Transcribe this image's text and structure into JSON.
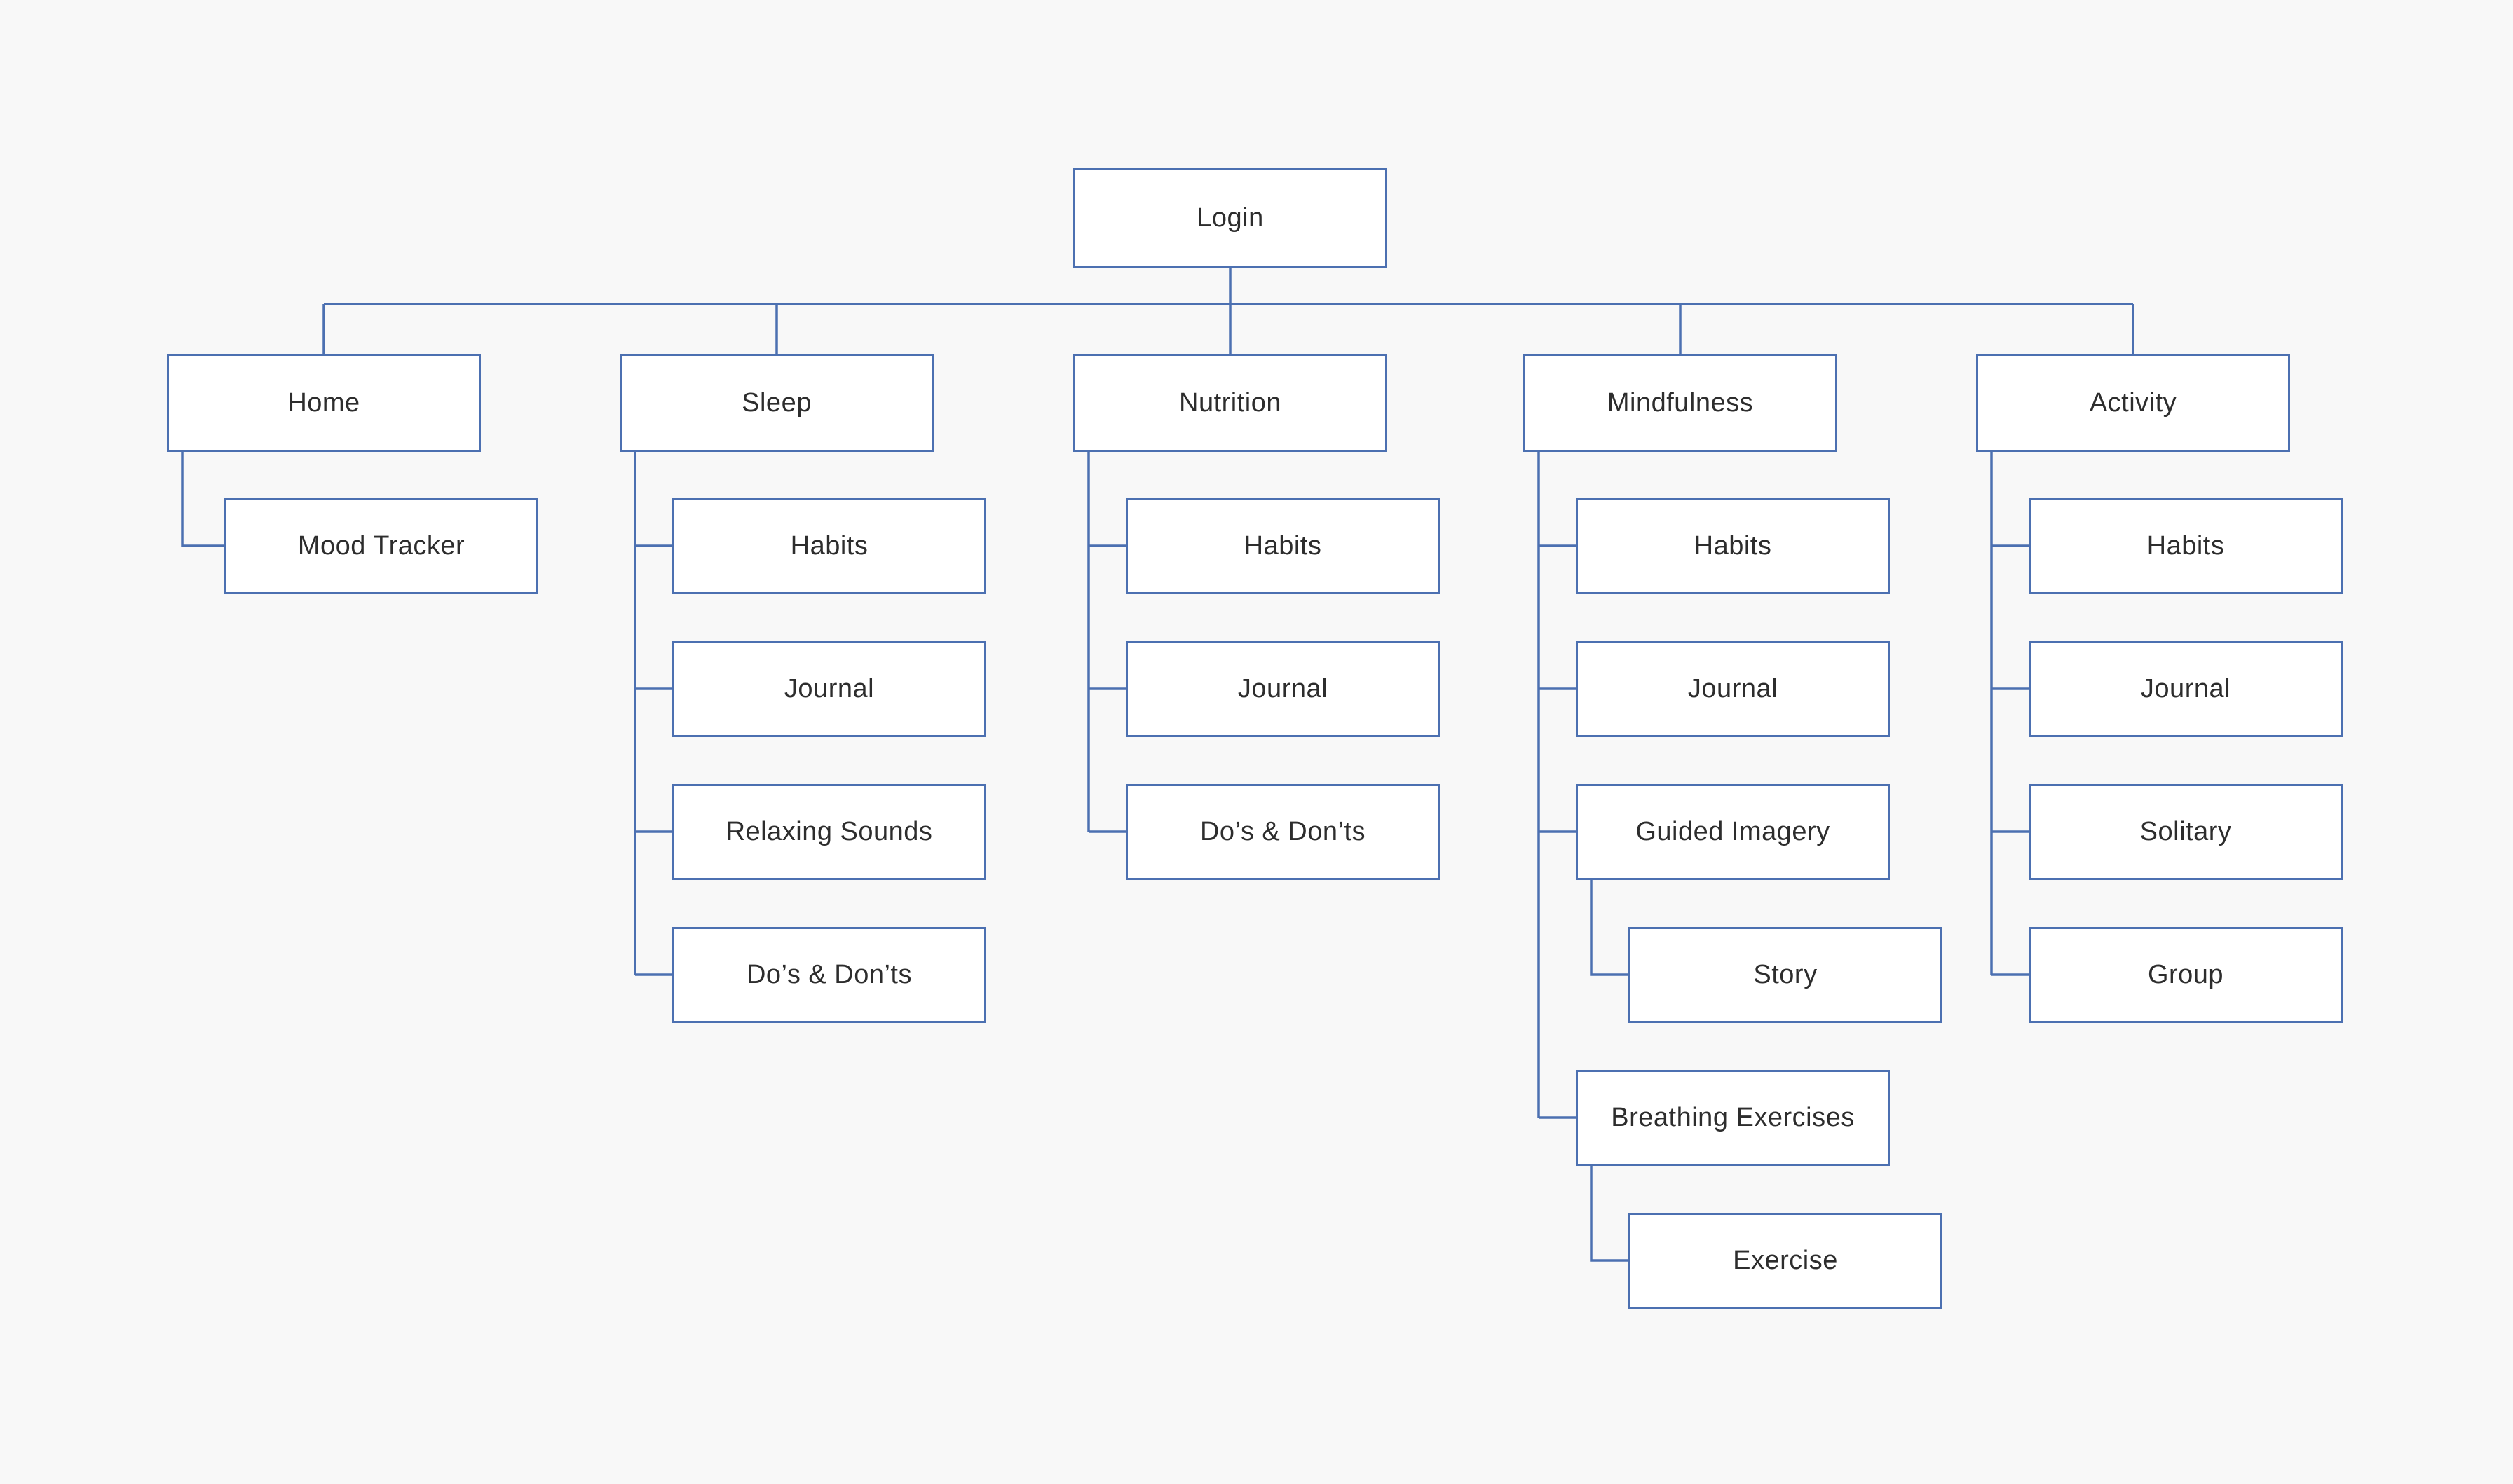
{
  "theme": {
    "background": "#F8F8F8",
    "node_fill": "#FFFFFF",
    "node_border": "#4C70B1",
    "node_text": "#2D2D2D"
  },
  "diagram": {
    "type": "sitemap-tree",
    "root": {
      "label": "Login"
    },
    "branches": [
      {
        "label": "Home",
        "children": [
          {
            "label": "Mood Tracker"
          }
        ]
      },
      {
        "label": "Sleep",
        "children": [
          {
            "label": "Habits"
          },
          {
            "label": "Journal"
          },
          {
            "label": "Relaxing Sounds"
          },
          {
            "label": "Do’s & Don’ts"
          }
        ]
      },
      {
        "label": "Nutrition",
        "children": [
          {
            "label": "Habits"
          },
          {
            "label": "Journal"
          },
          {
            "label": "Do’s & Don’ts"
          }
        ]
      },
      {
        "label": "Mindfulness",
        "children": [
          {
            "label": "Habits"
          },
          {
            "label": "Journal"
          },
          {
            "label": "Guided Imagery",
            "children": [
              {
                "label": "Story"
              }
            ]
          },
          {
            "label": "Breathing Exercises",
            "children": [
              {
                "label": "Exercise"
              }
            ]
          }
        ]
      },
      {
        "label": "Activity",
        "children": [
          {
            "label": "Habits"
          },
          {
            "label": "Journal"
          },
          {
            "label": "Solitary"
          },
          {
            "label": "Group"
          }
        ]
      }
    ]
  }
}
